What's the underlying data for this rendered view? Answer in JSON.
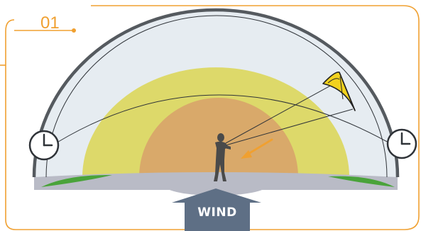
{
  "step": {
    "number": "01"
  },
  "wind": {
    "label": "WIND"
  },
  "zones": {
    "outer": "edge-of-wind-window",
    "middle": "intermediate-zone",
    "inner": "power-zone"
  },
  "icons": {
    "left_clock": "clock-icon",
    "right_clock": "clock-icon",
    "kite": "kite-icon",
    "pilot": "person-icon",
    "wind_arrow": "arrow-up-icon",
    "pull_arrow": "arrow-icon"
  },
  "colors": {
    "accent": "#f0a030",
    "dome_fill": "#e6ecf1",
    "dome_outline": "#555a5f",
    "zone_yellow": "#ddd96a",
    "zone_orange": "#d9a96a",
    "ground": "#b9bbc6",
    "grass": "#4aa33a",
    "wind_arrow": "#5e6f85",
    "kite": "#f2d21e"
  }
}
